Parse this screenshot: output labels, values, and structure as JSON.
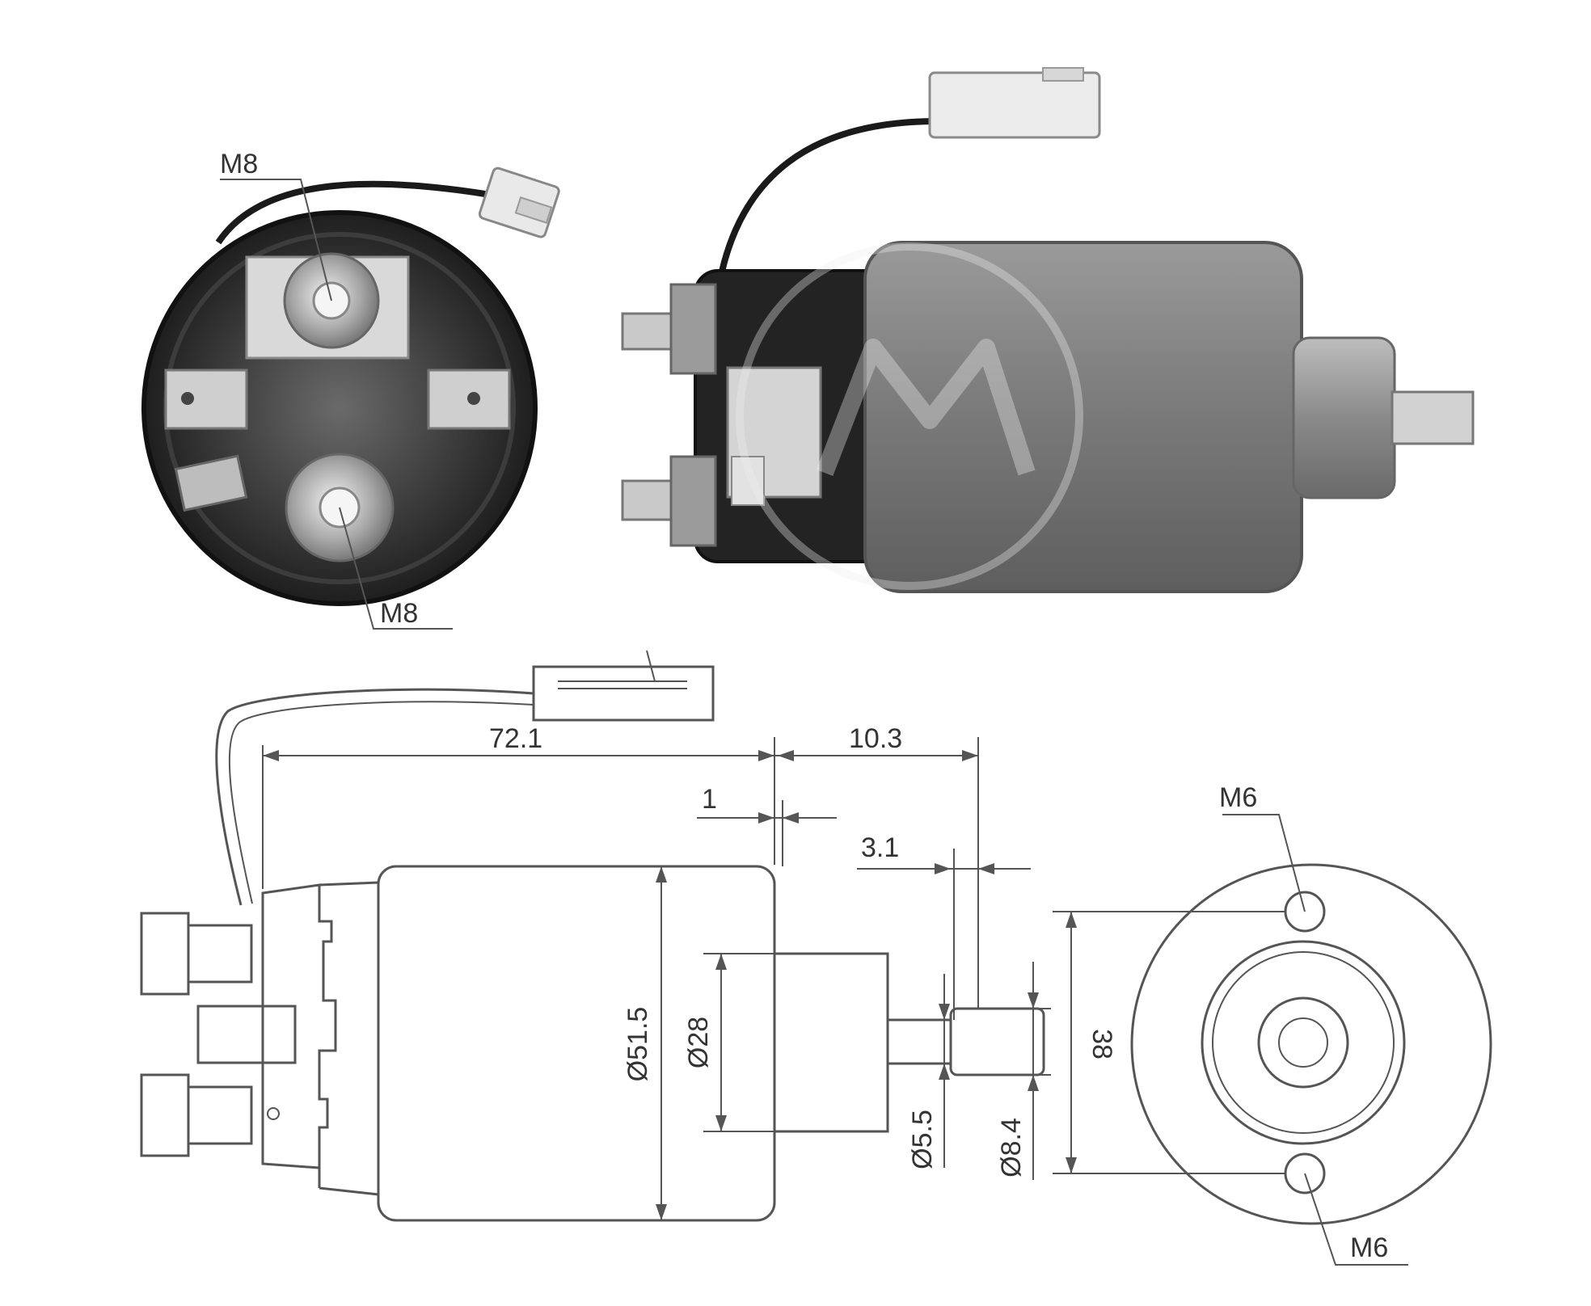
{
  "labels": {
    "top_terminal_thread": "M8",
    "bottom_terminal_thread": "M8",
    "overall_length": "72.1",
    "plunger_extension": "10.3",
    "flange_gap": "1",
    "shaft_step": "3.1",
    "body_diameter": "Ø51.5",
    "boss_diameter": "Ø28",
    "shaft_diameter": "Ø5.5",
    "tip_diameter": "Ø8.4",
    "hole_spacing": "38",
    "mount_hole_top": "M6",
    "mount_hole_bottom": "M6"
  },
  "colors": {
    "line": "#555555",
    "photo_dark": "#2a2a2a",
    "photo_body": "#8c8c8c"
  }
}
